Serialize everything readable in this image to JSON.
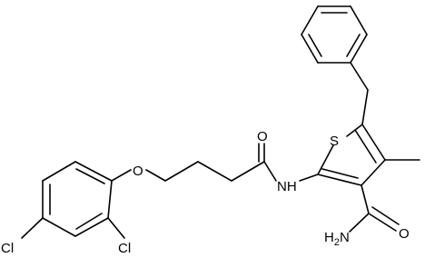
{
  "molecule": {
    "atom_labels": {
      "cl_left": "Cl",
      "cl_right": "Cl",
      "ether_oxygen": "O",
      "carbonyl_oxygen_chain": "O",
      "amide_nh": "NH",
      "thiophene_sulfur": "S",
      "carboxamide_oxygen": "O",
      "carboxamide_nh2": "H2N",
      "methyl": "",
      "benzyl": ""
    }
  }
}
